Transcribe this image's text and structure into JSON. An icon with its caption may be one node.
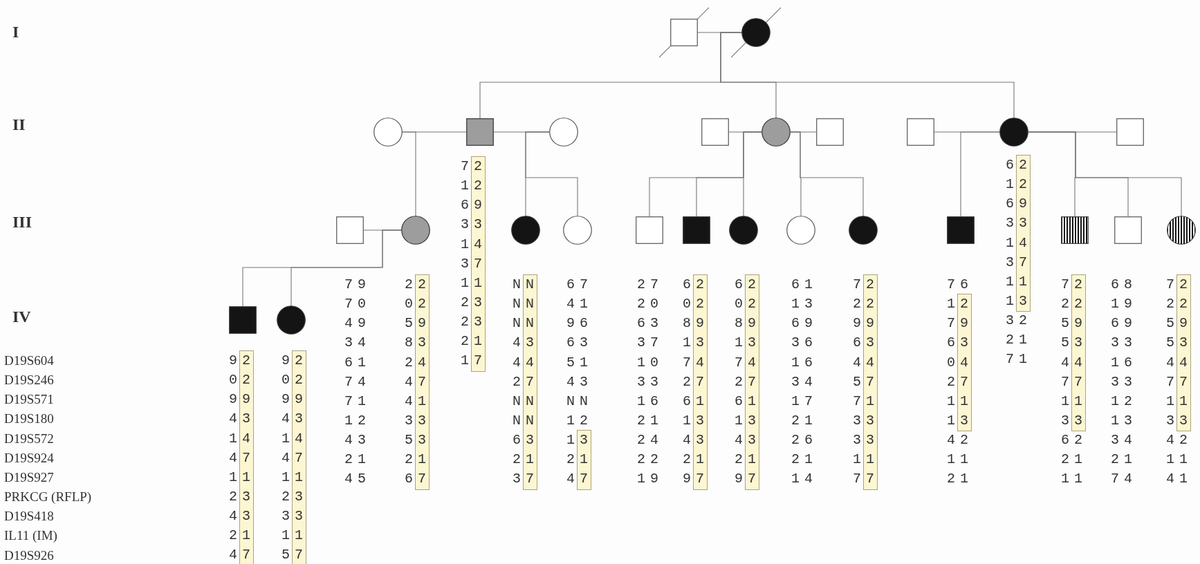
{
  "diagram": {
    "nodes": [
      {
        "text": [],
        "shape": "box"
      },
      {
        "text": [],
        "shape": "circle"
      },
      {
        "text": [],
        "shape": "circle"
      },
      {
        "text": [],
        "shape": "box",
        "beside": [
          "7 1 6 3 1 3 1 2 2 2 1",
          "2 2 9 3 4 7 1 3 3 1 7"
        ]
      },
      {
        "text": [],
        "shape": "circle"
      },
      {
        "text": [],
        "shape": "box"
      },
      {
        "text": [],
        "shape": "circle"
      },
      {
        "text": [],
        "shape": "box"
      },
      {
        "text": [],
        "shape": "box"
      },
      {
        "text": [],
        "shape": "circle",
        "beside": [
          "6 1 6 3 1 3 1 1 3 2 7",
          "2 2 9 3 4 7 1 3 2 1 1"
        ]
      },
      {
        "text": [],
        "shape": "box"
      },
      {
        "text": [],
        "shape": "box",
        "beside": [
          "7 7 4 3 6 7 7 1 4 2 4",
          "9 0 9 4 1 4 1 2 3 1 5"
        ]
      },
      {
        "text": [],
        "shape": "circle",
        "beside": [
          "2 0 5 8 2 4 4 3 5 2 6",
          "2 2 9 3 4 7 1 3 3 1 7"
        ]
      },
      {
        "text": [],
        "shape": "circle",
        "beside": [
          "N N N 4 4 2 N N 6 2 3",
          "N N N 3 4 7 N N 3 1 7"
        ]
      },
      {
        "text": [],
        "shape": "circle",
        "beside": [
          "6 4 9 6 5 4 N 1 1 2 4",
          "7 1 6 3 1 3 N 2 3 1 7"
        ]
      },
      {
        "text": [],
        "shape": "box",
        "beside": [
          "2 2 6 3 1 3 1 2 2 2 1",
          "7 0 3 7 0 3 6 1 4 2 9"
        ]
      },
      {
        "text": [],
        "shape": "box",
        "beside": [
          "6 0 8 1 7 2 6 1 4 2 9",
          "2 2 9 3 4 7 1 3 3 1 7"
        ]
      },
      {
        "text": [],
        "shape": "circle",
        "beside": [
          "6 0 8 1 7 2 6 1 4 2 9",
          "2 2 9 3 4 7 1 3 3 1 7"
        ]
      },
      {
        "text": [],
        "shape": "circle",
        "beside": [
          "6 1 6 3 1 3 1 2 2 2 1",
          "1 3 9 6 6 4 7 1 6 1 4"
        ]
      },
      {
        "text": [],
        "shape": "circle",
        "beside": [
          "7 2 9 6 4 5 7 3 3 1 7",
          "2 2 9 3 4 7 1 3 3 1 7"
        ]
      },
      {
        "text": [],
        "shape": "box",
        "beside": [
          "7 1 7 6 0 2 1 1 4 1 2",
          "6 2 9 3 4 7 1 3 2 1 1"
        ]
      },
      {
        "text": [],
        "shape": "box",
        "beside": [
          "7 2 5 5 4 7 1 3 6 2 1",
          "2 2 9 3 4 7 1 3 2 1 1"
        ]
      },
      {
        "text": [],
        "shape": "box",
        "beside": [
          "6 1 6 3 1 3 1 1 3 2 7",
          "8 9 9 3 6 3 2 3 4 1 4"
        ]
      },
      {
        "text": [],
        "shape": "circle",
        "beside": [
          "7 2 5 5 4 7 1 3 4 1 4",
          "2 2 9 3 4 7 1 3 2 1 1"
        ]
      },
      {
        "text": [],
        "shape": "box",
        "beside": [
          "9 0 9 4 1 4 1 2 4 2 4",
          "2 2 9 3 4 7 1 3 3 1 7"
        ]
      },
      {
        "text": [],
        "shape": "circle",
        "beside": [
          "9 0 9 4 1 4 1 2 3 1 5",
          "2 2 9 3 4 7 1 3 3 1 7"
        ]
      }
    ],
    "edges": [
      {
        "from": 0,
        "to": 1,
        "arrow": "none"
      },
      {
        "from": 1,
        "to": 3,
        "arrow": "none"
      },
      {
        "from": 1,
        "to": 6,
        "arrow": "none"
      },
      {
        "from": 1,
        "to": 9,
        "arrow": "none"
      },
      {
        "from": 2,
        "to": 3,
        "arrow": "none"
      },
      {
        "from": 3,
        "to": 4,
        "arrow": "none"
      },
      {
        "from": 2,
        "to": 12,
        "arrow": "none"
      },
      {
        "from": 4,
        "to": 13,
        "arrow": "none"
      },
      {
        "from": 4,
        "to": 14,
        "arrow": "none"
      },
      {
        "from": 5,
        "to": 6,
        "arrow": "none"
      },
      {
        "from": 6,
        "to": 7,
        "arrow": "none"
      },
      {
        "from": 6,
        "to": 15,
        "arrow": "none"
      },
      {
        "from": 6,
        "to": 16,
        "arrow": "none"
      },
      {
        "from": 6,
        "to": 17,
        "arrow": "none"
      },
      {
        "from": 6,
        "to": 18,
        "arrow": "none"
      },
      {
        "from": 6,
        "to": 19,
        "arrow": "none"
      },
      {
        "from": 8,
        "to": 9,
        "arrow": "none"
      },
      {
        "from": 9,
        "to": 20,
        "arrow": "none"
      },
      {
        "from": 9,
        "to": 10,
        "arrow": "none"
      },
      {
        "from": 9,
        "to": 21,
        "arrow": "none"
      },
      {
        "from": 9,
        "to": 22,
        "arrow": "none"
      },
      {
        "from": 9,
        "to": 23,
        "arrow": "none"
      },
      {
        "from": 11,
        "to": 12,
        "arrow": "none"
      },
      {
        "from": 12,
        "to": 24,
        "arrow": "none"
      },
      {
        "from": 12,
        "to": 25,
        "arrow": "none"
      }
    ],
    "labels": [
      "I",
      "II",
      "III",
      "IV",
      "D19S604",
      "D19S246",
      "D19S571",
      "D19S180",
      "D19S572",
      "D19S924",
      "D19S927",
      "PRKCG (RFLP)",
      "D19S418",
      "IL11 (IM)",
      "D19S926"
    ]
  }
}
